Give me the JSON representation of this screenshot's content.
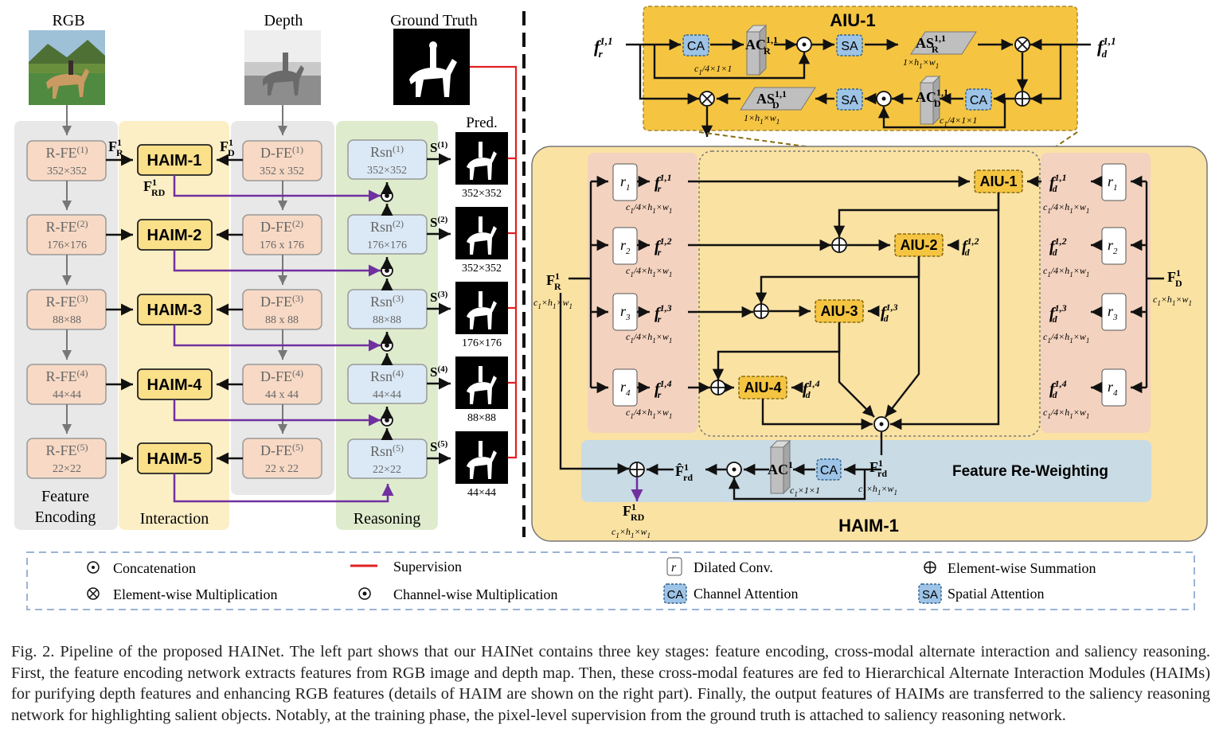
{
  "left": {
    "inputs": {
      "rgb": "RGB",
      "depth": "Depth",
      "gt": "Ground Truth",
      "pred": "Pred."
    },
    "rfe": [
      {
        "name": "R-FE",
        "sup": "(1)",
        "size": "352×352"
      },
      {
        "name": "R-FE",
        "sup": "(2)",
        "size": "176×176"
      },
      {
        "name": "R-FE",
        "sup": "(3)",
        "size": "88×88"
      },
      {
        "name": "R-FE",
        "sup": "(4)",
        "size": "44×44"
      },
      {
        "name": "R-FE",
        "sup": "(5)",
        "size": "22×22"
      }
    ],
    "dfe": [
      {
        "name": "D-FE",
        "sup": "(1)",
        "size": "352 x 352"
      },
      {
        "name": "D-FE",
        "sup": "(2)",
        "size": "176 x 176"
      },
      {
        "name": "D-FE",
        "sup": "(3)",
        "size": "88 x 88"
      },
      {
        "name": "D-FE",
        "sup": "(4)",
        "size": "44 x 44"
      },
      {
        "name": "D-FE",
        "sup": "(5)",
        "size": "22 x 22"
      }
    ],
    "haim": [
      "HAIM-1",
      "HAIM-2",
      "HAIM-3",
      "HAIM-4",
      "HAIM-5"
    ],
    "rsn": [
      {
        "name": "Rsn",
        "sup": "(1)",
        "size": "352×352"
      },
      {
        "name": "Rsn",
        "sup": "(2)",
        "size": "176×176"
      },
      {
        "name": "Rsn",
        "sup": "(3)",
        "size": "88×88"
      },
      {
        "name": "Rsn",
        "sup": "(4)",
        "size": "44×44"
      },
      {
        "name": "Rsn",
        "sup": "(5)",
        "size": "22×22"
      }
    ],
    "s_labels": [
      "S",
      "S",
      "S",
      "S",
      "S"
    ],
    "s_sups": [
      "(1)",
      "(2)",
      "(3)",
      "(4)",
      "(5)"
    ],
    "pred_sizes": [
      "352×352",
      "352×352",
      "176×176",
      "88×88",
      "44×44"
    ],
    "fr1": {
      "main": "F",
      "sup": "1",
      "sub": "R"
    },
    "fd1": {
      "main": "F",
      "sup": "1",
      "sub": "D"
    },
    "frd1": {
      "main": "F",
      "sup": "1",
      "sub": "RD"
    },
    "stages": {
      "enc1": "Feature",
      "enc2": "Encoding",
      "inter": "Interaction",
      "reason": "Reasoning"
    }
  },
  "aiu": {
    "title": "AIU-1",
    "fr": "f",
    "fr_sup": "1,1",
    "fr_sub": "r",
    "fd": "f",
    "fd_sup": "1,1",
    "fd_sub": "d",
    "ca": "CA",
    "sa": "SA",
    "acr": "AC",
    "acr_sup": "1,1",
    "acr_sub": "R",
    "acd": "AC",
    "acd_sup": "1,1",
    "acd_sub": "D",
    "asr": "AS",
    "asr_sup": "1,1",
    "asr_sub": "R",
    "asd": "AS",
    "asd_sup": "1,1",
    "asd_sub": "D",
    "dim_c": "c",
    "dim_c_sub": "1",
    "dim_c_tail": "/4×1×1",
    "dim_s": "1×h",
    "dim_s_sub1": "1",
    "dim_s_mid": "×w",
    "dim_s_sub2": "1"
  },
  "haim1": {
    "title": "HAIM-1",
    "reweight": "Feature Re-Weighting",
    "r_labels": [
      "r",
      "r",
      "r",
      "r"
    ],
    "r_subs": [
      "1",
      "2",
      "3",
      "4"
    ],
    "fr_sups": [
      "1,1",
      "1,2",
      "1,3",
      "1,4"
    ],
    "aius": [
      "AIU-1",
      "AIU-2",
      "AIU-3",
      "AIU-4"
    ],
    "dim_quarter": "c",
    "dim_quarter_sub": "1",
    "dim_quarter_tail": "/4×h",
    "dim_quarter_sub2": "1",
    "dim_quarter_tail2": "×w",
    "dim_quarter_sub3": "1",
    "dim_full": "c",
    "dim_full_tail": "×h",
    "dim_full_tail2": "×w",
    "dim_c11": "c",
    "dim_c11_tail": "×1×1",
    "ac1": "AC",
    "ac1_sup": "1",
    "frd_hat": "F̂",
    "frd_hat_sup": "1",
    "frd_hat_sub": "rd",
    "frd": "F",
    "frd_sup": "1",
    "frd_sub": "rd",
    "out": "F",
    "out_sup": "1",
    "out_sub": "RD"
  },
  "legend": {
    "concat": "Concatenation",
    "elem_mul": "Element-wise Multiplication",
    "supervision": "Supervision",
    "chan_mul": "Channel-wise Multiplication",
    "dilated": "Dilated Conv.",
    "chan_att": "Channel Attention",
    "elem_sum": "Element-wise Summation",
    "spat_att": "Spatial Attention",
    "r_sym": "r",
    "ca_sym": "CA",
    "sa_sym": "SA"
  },
  "caption": "Fig. 2.   Pipeline of the proposed HAINet. The left part shows that our HAINet contains three key stages: feature encoding, cross-modal alternate interaction and saliency reasoning. First, the feature encoding network extracts features from RGB image and depth map. Then, these cross-modal features are fed to Hierarchical Alternate Interaction Modules (HAIMs) for purifying depth features and enhancing RGB features (details of HAIM are shown on the right part). Finally, the output features of HAIMs are transferred to the saliency reasoning network for highlighting salient objects. Notably, at the training phase, the pixel-level supervision from the ground truth is attached to saliency reasoning network.",
  "colors": {
    "feat_bg": "#e8e8e8",
    "inter_bg": "#fcefc6",
    "reason_bg": "#deeccd",
    "rfe_box": "#f7d9c5",
    "haim_box": "#fbe08a",
    "rsn_box": "#dbe9f6",
    "purple": "#7030a0",
    "red": "#e02020",
    "aiu_bg": "#f5c542",
    "haim_panel": "#fae2a3",
    "reweight_bg": "#c9dbe4",
    "side_bg": "#f3d2bf"
  }
}
